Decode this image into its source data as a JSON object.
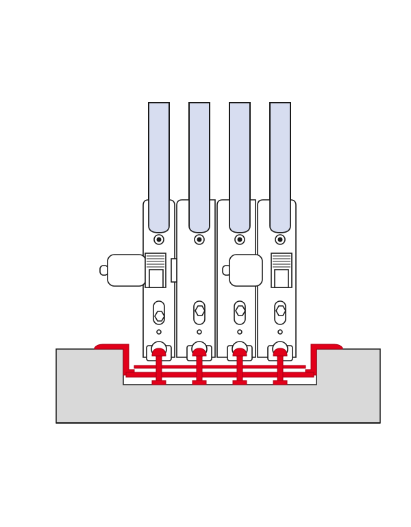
{
  "diagram": {
    "panel_count": 4,
    "colors": {
      "glass": "#d7ddf0",
      "floor": "#d9d9d9",
      "rail": "#e2001a",
      "rail_dark": "#a80014",
      "outline": "#1a1a1a",
      "carrier": "#ffffff"
    },
    "icons": [
      "glass-panel",
      "panel-carrier",
      "lock-cylinder",
      "fixing-screw",
      "floor-track",
      "rail-profile"
    ]
  }
}
